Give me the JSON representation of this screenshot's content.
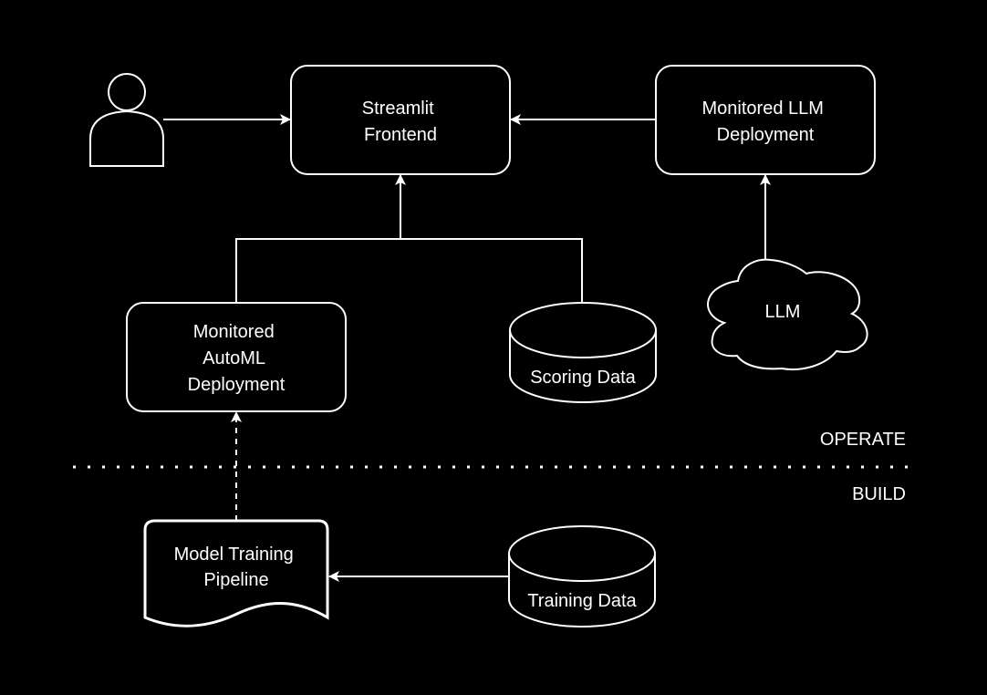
{
  "diagram": {
    "colors": {
      "background": "#000000",
      "foreground": "#ffffff"
    },
    "nodes": {
      "user": {
        "type": "actor",
        "icon": "person-icon"
      },
      "streamlit": {
        "type": "rounded-rect",
        "lines": [
          "Streamlit",
          "Frontend"
        ]
      },
      "llm_deployment": {
        "type": "rounded-rect",
        "lines": [
          "Monitored LLM",
          "Deployment"
        ]
      },
      "llm": {
        "type": "cloud",
        "lines": [
          "LLM"
        ]
      },
      "automl_deployment": {
        "type": "rounded-rect",
        "lines": [
          "Monitored",
          "AutoML",
          "Deployment"
        ]
      },
      "scoring_data": {
        "type": "database",
        "lines": [
          "Scoring Data"
        ]
      },
      "training_pipeline": {
        "type": "document",
        "lines": [
          "Model Training",
          "Pipeline"
        ]
      },
      "training_data": {
        "type": "database",
        "lines": [
          "Training Data"
        ]
      }
    },
    "edges": [
      {
        "from": "user",
        "to": "streamlit",
        "style": "solid"
      },
      {
        "from": "llm_deployment",
        "to": "streamlit",
        "style": "solid"
      },
      {
        "from": "llm",
        "to": "llm_deployment",
        "style": "solid"
      },
      {
        "from": "automl_deployment",
        "to": "streamlit",
        "style": "solid"
      },
      {
        "from": "scoring_data",
        "to": "streamlit",
        "style": "solid"
      },
      {
        "from": "training_pipeline",
        "to": "automl_deployment",
        "style": "dashed"
      },
      {
        "from": "training_data",
        "to": "training_pipeline",
        "style": "solid"
      }
    ],
    "zones": {
      "upper": "OPERATE",
      "lower": "BUILD",
      "divider_style": "dotted"
    }
  }
}
